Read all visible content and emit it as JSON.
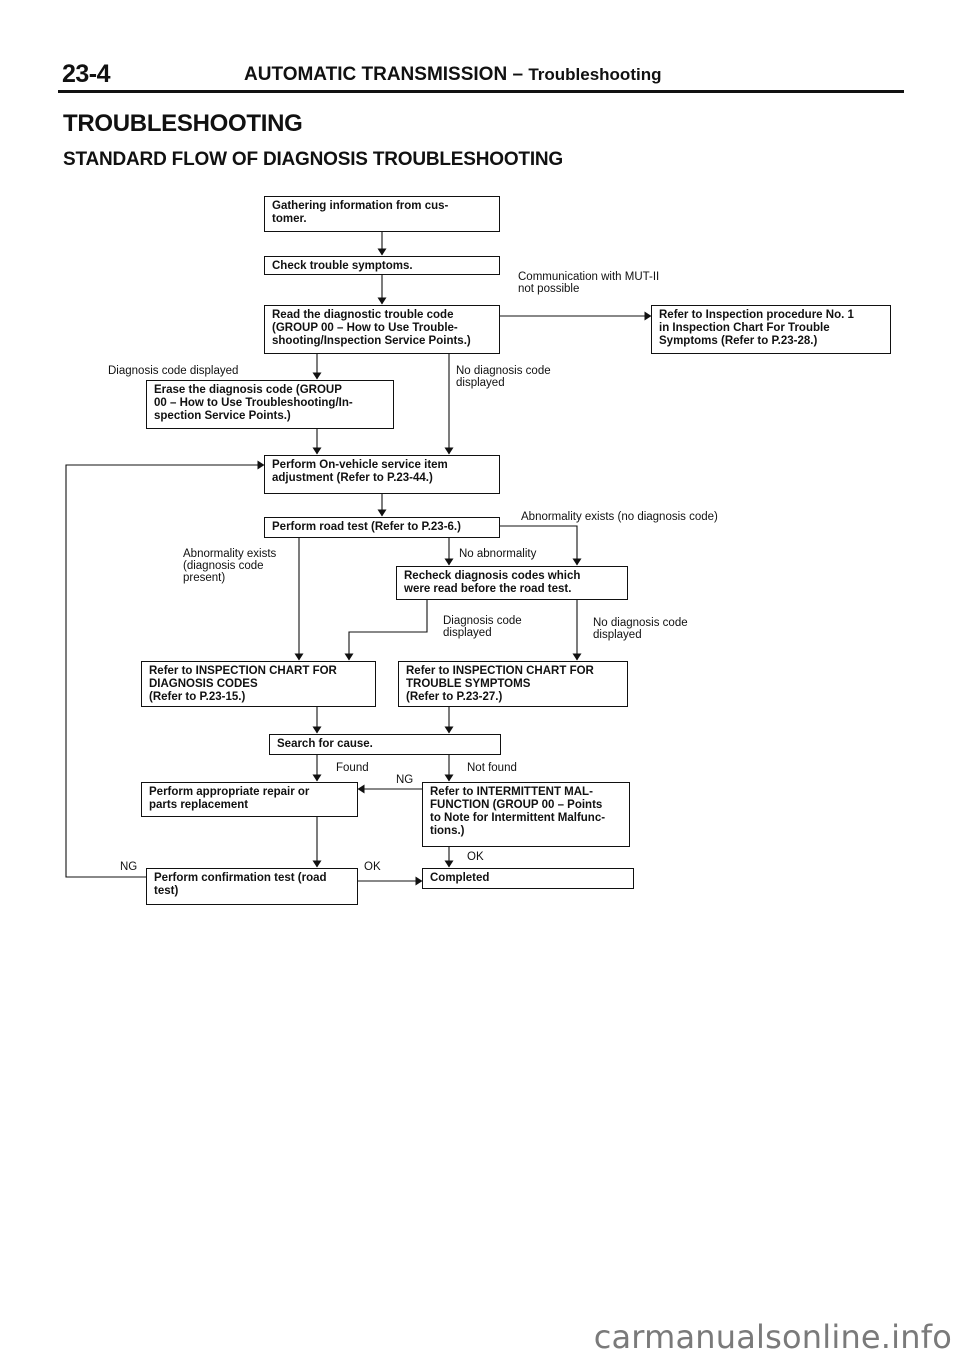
{
  "header": {
    "page_number": "23-4",
    "section_title": "AUTOMATIC TRANSMISSION",
    "separator": " – ",
    "section_subtitle": "Troubleshooting"
  },
  "heading": "TROUBLESHOOTING",
  "subheading": "STANDARD FLOW OF DIAGNOSIS TROUBLESHOOTING",
  "flowchart": {
    "boxes": {
      "gather_info": "Gathering information from cus-\ntomer.",
      "check_symptoms": "Check trouble symptoms.",
      "read_codes": "Read the diagnostic trouble code\n(GROUP 00 – How to Use Trouble-\nshooting/Inspection Service Points.)",
      "refer_inspection_no1": "Refer to Inspection procedure No. 1\nin Inspection Chart For Trouble\nSymptoms (Refer to P.23-28.)",
      "erase_codes": "Erase the diagnosis code (GROUP\n00 – How to Use Troubleshooting/In-\nspection Service Points.)",
      "onvehicle_service": "Perform On-vehicle service item\nadjustment (Refer to P.23-44.)",
      "road_test": "Perform road test (Refer to P.23-6.)",
      "recheck_codes": "Recheck diagnosis codes which\nwere read before the road test.",
      "chart_diag_codes": "Refer to INSPECTION CHART FOR\nDIAGNOSIS CODES\n(Refer to P.23-15.)",
      "chart_trouble_symptoms": "Refer to INSPECTION CHART FOR\nTROUBLE SYMPTOMS\n(Refer to P.23-27.)",
      "search_cause": "Search for cause.",
      "repair": "Perform appropriate repair or\nparts replacement",
      "intermittent": "Refer to INTERMITTENT MAL-\nFUNCTION (GROUP 00 – Points\nto Note for Intermittent Malfunc-\ntions.)",
      "confirmation_test": "Perform confirmation test (road\ntest)",
      "completed": "Completed"
    },
    "labels": {
      "comm_not_possible": "Communication with MUT-II\nnot possible",
      "diag_code_displayed": "Diagnosis code displayed",
      "no_diag_code_displayed": "No diagnosis code\ndisplayed",
      "abnormality_no_code": "Abnormality exists (no diagnosis code)",
      "abnormality_code_present": "Abnormality exists\n(diagnosis code\npresent)",
      "no_abnormality": "No abnormality",
      "diag_code_displayed_2": "Diagnosis code\ndisplayed",
      "no_diag_code_displayed_2": "No diagnosis code\ndisplayed",
      "found": "Found",
      "not_found": "Not found",
      "ng_intermittent": "NG",
      "ok_intermittent": "OK",
      "ng_confirmation": "NG",
      "ok_confirmation": "OK"
    }
  },
  "watermark": "carmanualsonline.info"
}
